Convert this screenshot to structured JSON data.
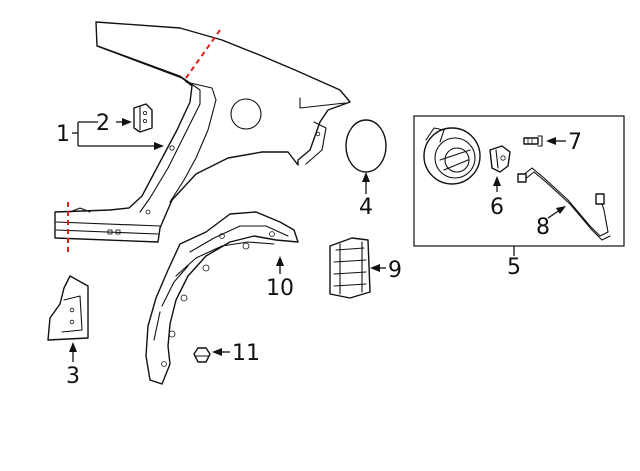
{
  "colors": {
    "line": "#111111",
    "cut_line": "#e0201b",
    "background": "#ffffff"
  },
  "callouts": {
    "c1": "1",
    "c2": "2",
    "c3": "3",
    "c4": "4",
    "c5": "5",
    "c6": "6",
    "c7": "7",
    "c8": "8",
    "c9": "9",
    "c10": "10",
    "c11": "11"
  }
}
